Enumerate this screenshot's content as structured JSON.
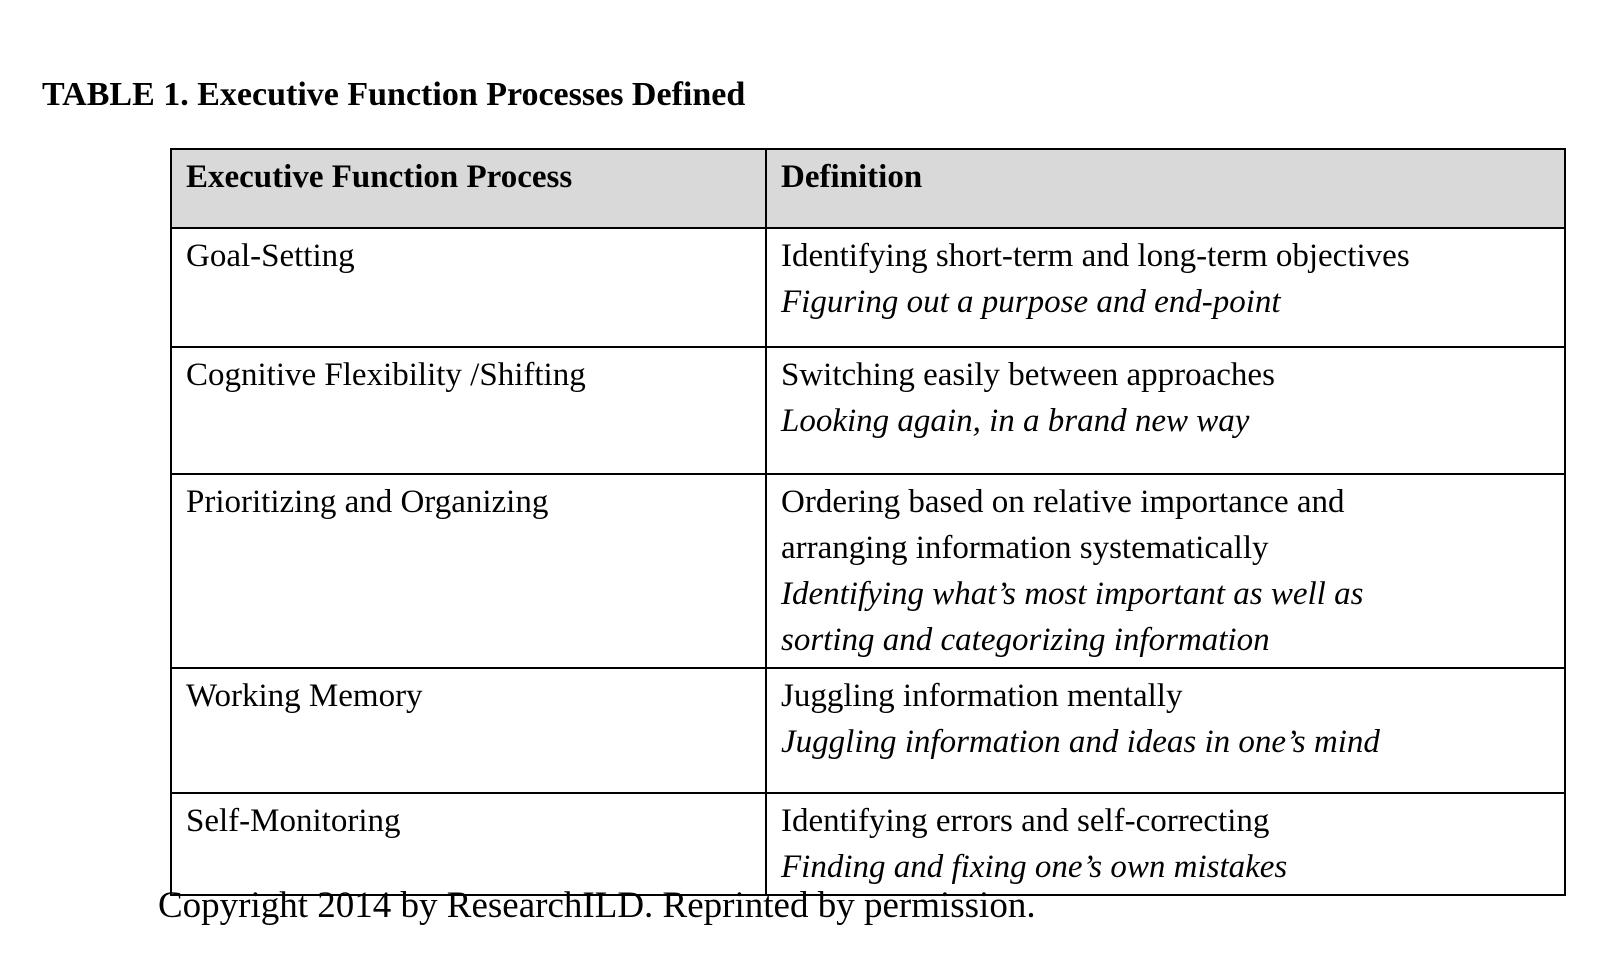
{
  "page": {
    "title": "TABLE 1. Executive Function Processes Defined",
    "copyright": "Copyright 2014 by ResearchILD. Reprinted by permission."
  },
  "table": {
    "columns": [
      "Executive Function Process",
      "Definition"
    ],
    "rows": [
      {
        "process": "Goal-Setting",
        "definition": "Identifying short-term and long-term objectives",
        "example": "Figuring out a purpose and end-point"
      },
      {
        "process": "Cognitive Flexibility /Shifting",
        "definition": "Switching easily between approaches",
        "example": "Looking again, in a brand new way"
      },
      {
        "process": "Prioritizing and Organizing",
        "definition": "Ordering based on relative importance and\narranging information systematically",
        "example": "Identifying what’s most important as well as\nsorting and categorizing information"
      },
      {
        "process": "Working Memory",
        "definition": "Juggling information mentally",
        "example": "Juggling information and ideas in one’s mind"
      },
      {
        "process": "Self-Monitoring",
        "definition": "Identifying errors and self-correcting",
        "example": "Finding and fixing one’s own mistakes"
      }
    ]
  },
  "colors": {
    "header_background": "#d9d9d9",
    "border": "#000000",
    "text": "#000000",
    "page_background": "#ffffff"
  }
}
